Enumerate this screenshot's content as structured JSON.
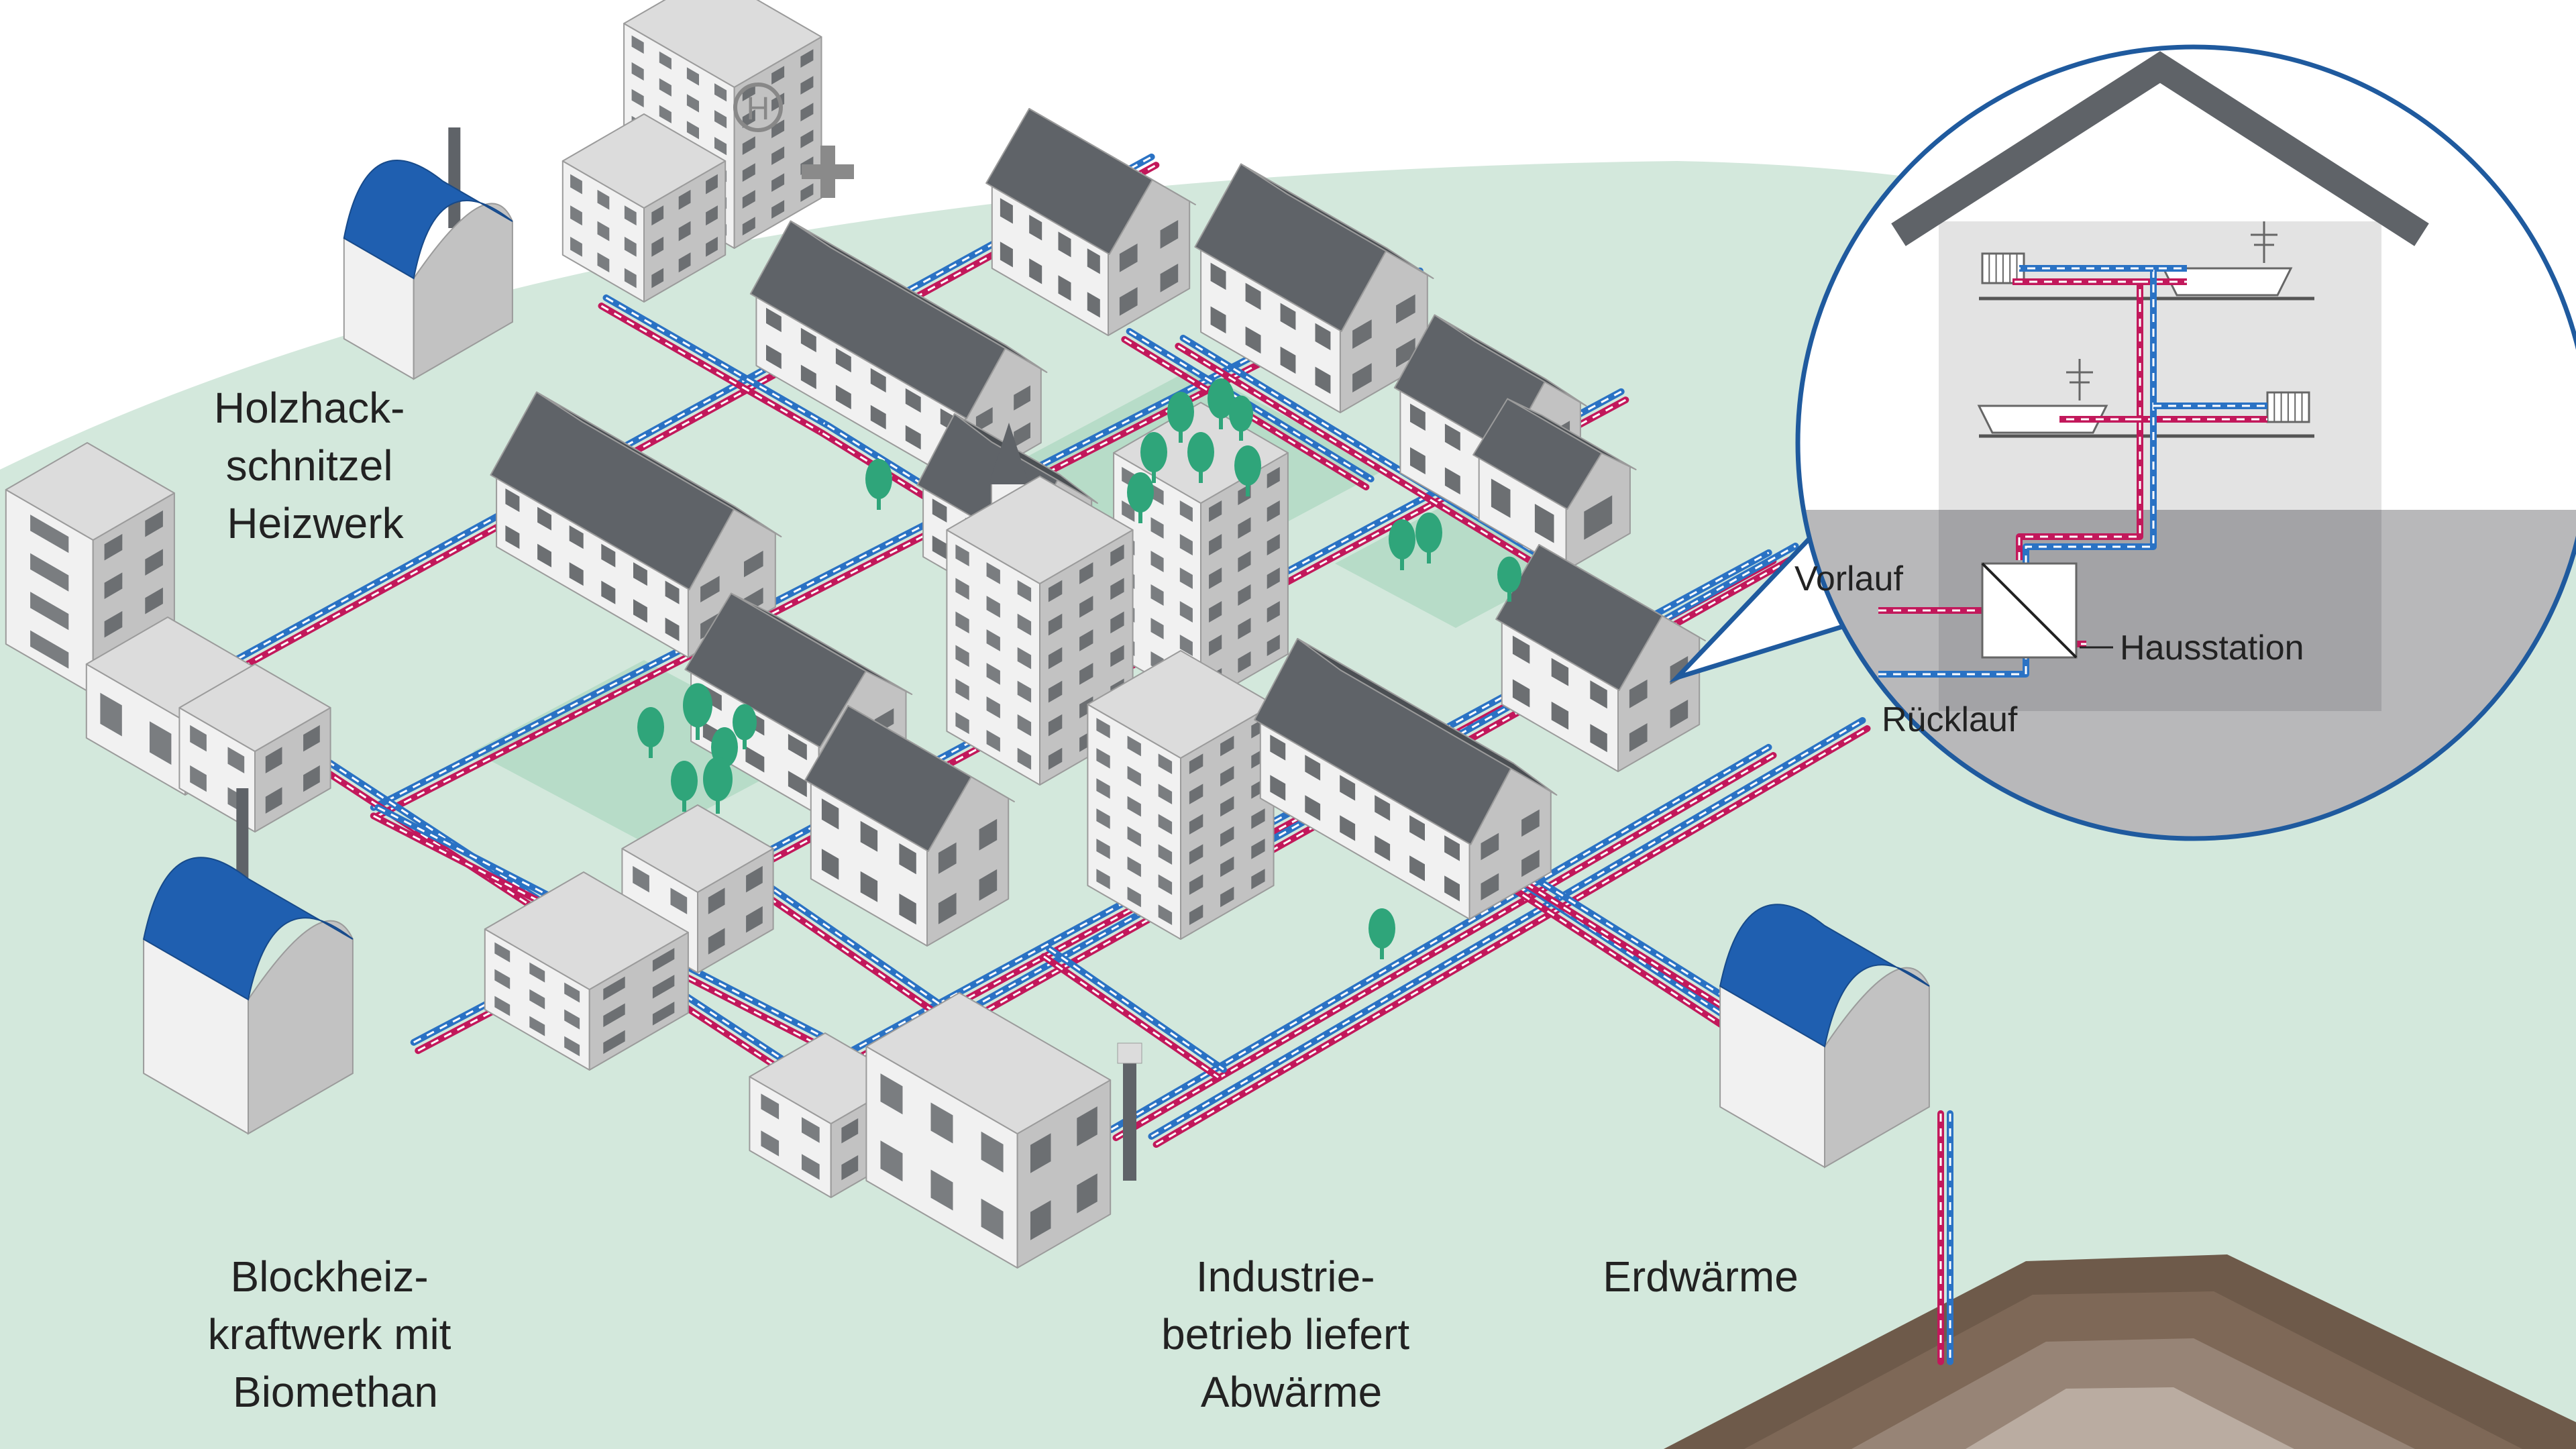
{
  "colors": {
    "ground": "#d3e8dc",
    "park": "#b7dcc8",
    "tree": "#2fa57a",
    "wall_light": "#f1f1f1",
    "wall_mid": "#dcdcdc",
    "wall_dark": "#c2c2c2",
    "roof": "#5f6368",
    "roof_dark": "#4b4f53",
    "plant_roof": "#1f5fb0",
    "pipe_supply": "#c2185b",
    "pipe_return": "#2a72c4",
    "earth": "#6e5a4a",
    "inset_border": "#1f5a9e",
    "inset_bg": "#ffffff",
    "inset_house": "#e3e3e3",
    "inset_basement": "#b8b8ba",
    "inset_roof": "#5f6368"
  },
  "labels": {
    "woodchip_plant": [
      "Holzhack-",
      "schnitzel",
      "Heizwerk"
    ],
    "chp_plant": [
      "Blockheiz-",
      "kraftwerk mit",
      "Biomethan"
    ],
    "industry": [
      "Industrie-",
      "betrieb liefert",
      "Abwärme"
    ],
    "geothermal": [
      "Erdwärme"
    ]
  },
  "inset": {
    "supply_label": "Vorlauf",
    "return_label": "Rücklauf",
    "station_label": "Hausstation"
  },
  "icons": {
    "helipad": "helipad-icon",
    "hospital_cross": "hospital-cross-icon",
    "radiator": "radiator-icon",
    "bathtub": "bathtub-icon",
    "heat_exchanger": "heat-exchanger-icon"
  }
}
